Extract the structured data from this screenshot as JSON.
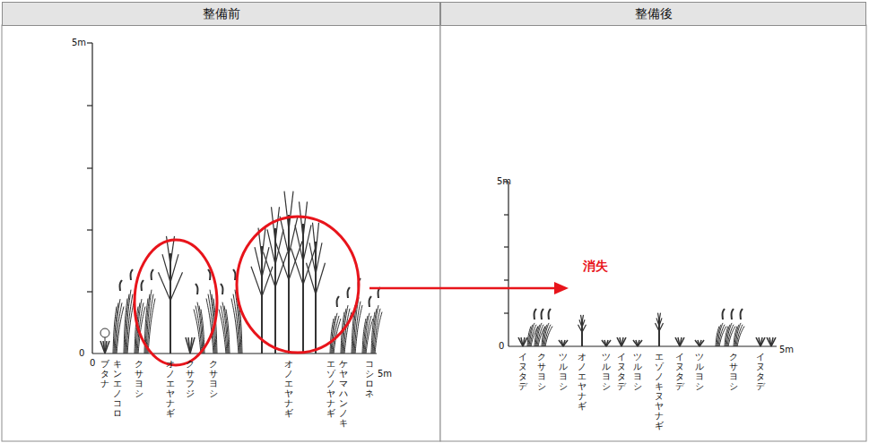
{
  "diagram": {
    "nodes": [
      {
        "text": [
          "整備前"
        ]
      },
      {
        "text": [
          "整備後"
        ]
      }
    ],
    "labels": [
      "5m",
      "0",
      "0",
      "5m",
      "ブタナ",
      "キンエノコロ",
      "クサヨシ",
      "オノエヤナギ",
      "クサフジ",
      "クサヨシ",
      "オノエヤナギ",
      "エゾノヤナギ",
      "ケヤマハンノキ",
      "コシロネ",
      "消失",
      "5m",
      "0",
      "5m",
      "イヌタデ",
      "クサヨシ",
      "ツルヨシ",
      "オノエヤナギ",
      "ツルヨシ",
      "イヌタデ",
      "ツルヨシ",
      "エゾノキヌヤナギ",
      "イヌタデ",
      "ツルヨシ",
      "クサヨシ",
      "イヌタデ"
    ]
  }
}
